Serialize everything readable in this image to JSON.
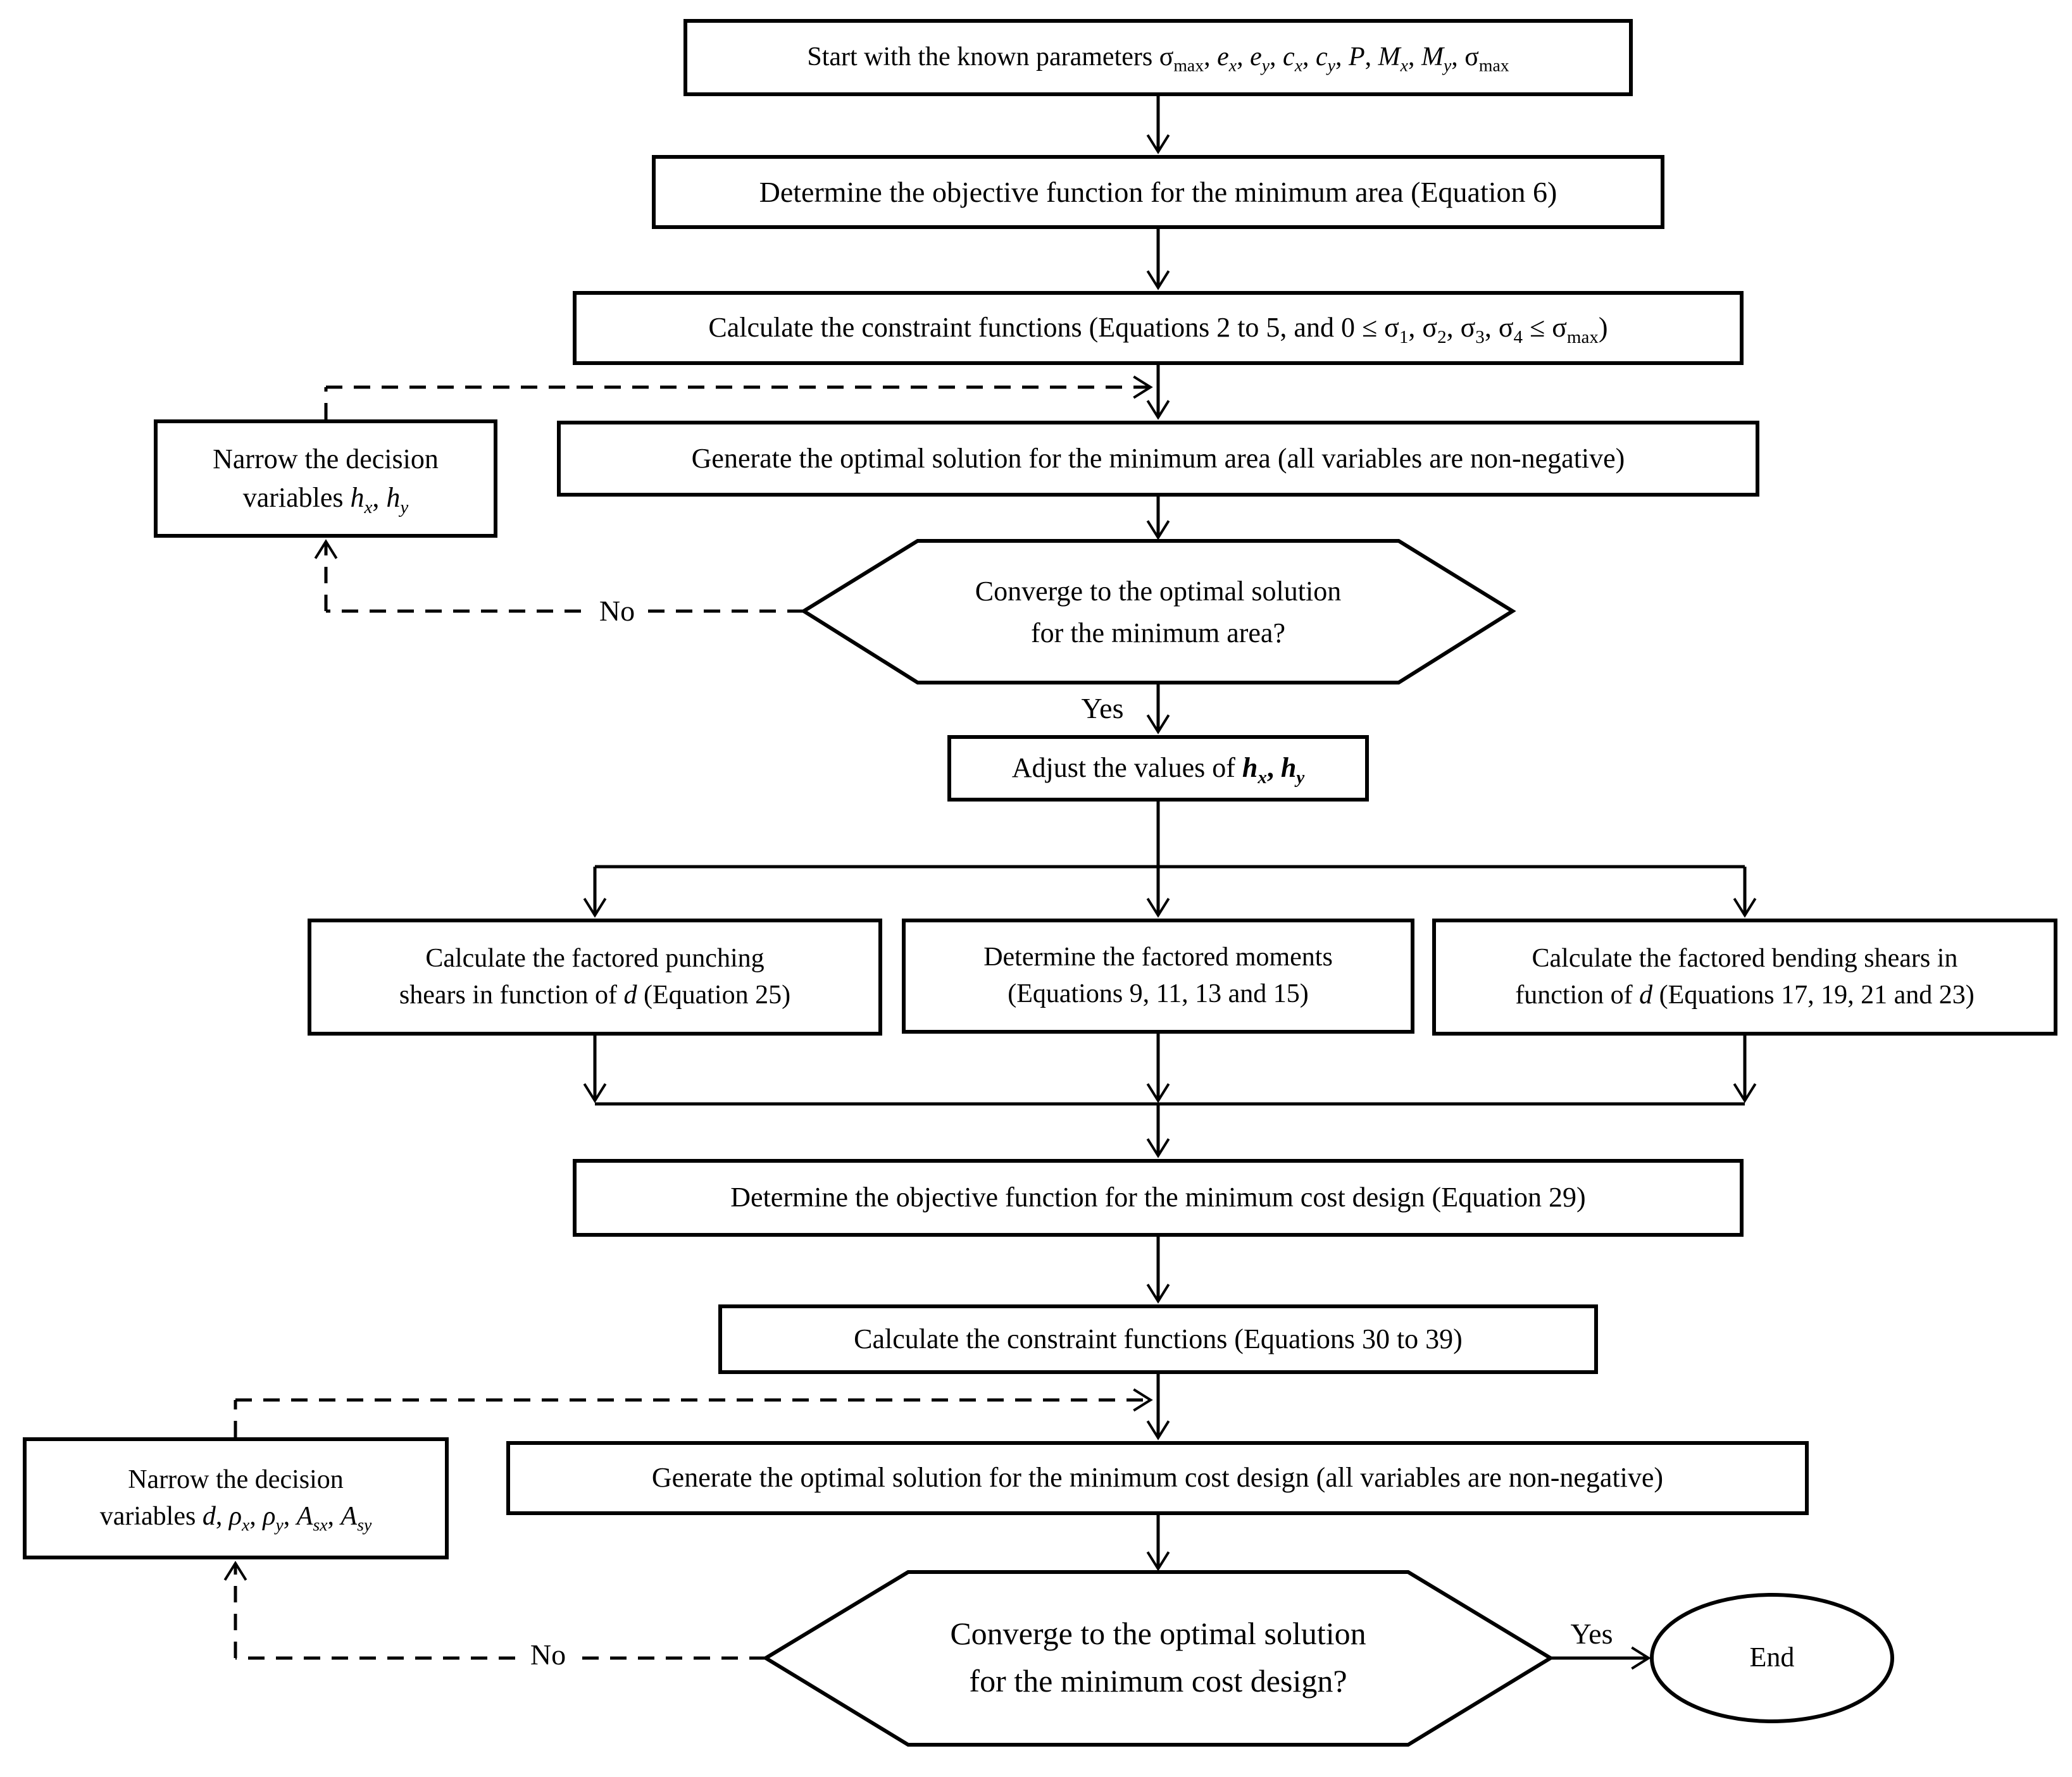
{
  "diagram": {
    "title": "Flowchart of optimal design procedure for minimum area and minimum cost footing design",
    "colors": {
      "line": "#000000",
      "node_fill": "#ffffff",
      "background": "#ffffff",
      "text": "#000000"
    },
    "nodes": {
      "start": {
        "type": "process",
        "segments": [
          {
            "t": "Start with the known parameters σ"
          },
          {
            "t": "max",
            "sub": true
          },
          {
            "t": ", "
          },
          {
            "t": "e",
            "i": true
          },
          {
            "t": "x",
            "i": true,
            "sub": true
          },
          {
            "t": ", "
          },
          {
            "t": "e",
            "i": true
          },
          {
            "t": "y",
            "i": true,
            "sub": true
          },
          {
            "t": ", "
          },
          {
            "t": "c",
            "i": true
          },
          {
            "t": "x",
            "i": true,
            "sub": true
          },
          {
            "t": ", "
          },
          {
            "t": "c",
            "i": true
          },
          {
            "t": "y",
            "i": true,
            "sub": true
          },
          {
            "t": ", "
          },
          {
            "t": "P",
            "i": true
          },
          {
            "t": ", "
          },
          {
            "t": "M",
            "i": true
          },
          {
            "t": "x",
            "i": true,
            "sub": true
          },
          {
            "t": ", "
          },
          {
            "t": "M",
            "i": true
          },
          {
            "t": "y",
            "i": true,
            "sub": true
          },
          {
            "t": ", σ"
          },
          {
            "t": "max",
            "sub": true
          }
        ]
      },
      "objective_area": {
        "type": "process",
        "segments": [
          {
            "t": "Determine the objective function for the minimum area (Equation 6)"
          }
        ]
      },
      "constraints_area": {
        "type": "process",
        "segments": [
          {
            "t": "Calculate the constraint functions (Equations 2 to 5, and 0 ≤ σ"
          },
          {
            "t": "1",
            "sub": true
          },
          {
            "t": ", σ"
          },
          {
            "t": "2",
            "sub": true
          },
          {
            "t": ", σ"
          },
          {
            "t": "3",
            "sub": true
          },
          {
            "t": ", σ"
          },
          {
            "t": "4",
            "sub": true
          },
          {
            "t": " ≤ σ"
          },
          {
            "t": "max",
            "sub": true
          },
          {
            "t": ")"
          }
        ]
      },
      "narrow_area": {
        "type": "process",
        "segments": [
          {
            "t": "Narrow the decision"
          },
          {
            "br": true
          },
          {
            "t": "variables "
          },
          {
            "t": "h",
            "i": true
          },
          {
            "t": "x",
            "i": true,
            "sub": true
          },
          {
            "t": ", "
          },
          {
            "t": "h",
            "i": true
          },
          {
            "t": "y",
            "i": true,
            "sub": true
          }
        ]
      },
      "generate_area": {
        "type": "process",
        "segments": [
          {
            "t": "Generate the optimal solution for the minimum area (all variables are non-negative)"
          }
        ]
      },
      "converge_area": {
        "type": "decision",
        "segments": [
          {
            "t": "Converge to the optimal solution"
          },
          {
            "br": true
          },
          {
            "t": "for the minimum area?"
          }
        ]
      },
      "adjust": {
        "type": "process",
        "segments": [
          {
            "t": "Adjust the values of "
          },
          {
            "t": "h",
            "b": true,
            "i": true
          },
          {
            "t": "x",
            "b": true,
            "i": true,
            "sub": true
          },
          {
            "t": ", ",
            "b": true
          },
          {
            "t": "h",
            "b": true,
            "i": true
          },
          {
            "t": "y",
            "b": true,
            "i": true,
            "sub": true
          }
        ]
      },
      "punching": {
        "type": "process",
        "segments": [
          {
            "t": "Calculate the factored punching"
          },
          {
            "br": true
          },
          {
            "t": "shears in function of "
          },
          {
            "t": "d",
            "i": true
          },
          {
            "t": " (Equation 25)"
          }
        ]
      },
      "moments": {
        "type": "process",
        "segments": [
          {
            "t": "Determine the factored moments"
          },
          {
            "br": true
          },
          {
            "t": "(Equations 9, 11, 13 and 15)"
          }
        ]
      },
      "bending": {
        "type": "process",
        "segments": [
          {
            "t": "Calculate the factored bending shears in"
          },
          {
            "br": true
          },
          {
            "t": "function of "
          },
          {
            "t": "d",
            "i": true
          },
          {
            "t": " (Equations 17, 19, 21 and 23)"
          }
        ]
      },
      "objective_cost": {
        "type": "process",
        "segments": [
          {
            "t": "Determine the objective function for the minimum cost design (Equation 29)"
          }
        ]
      },
      "constraints_cost": {
        "type": "process",
        "segments": [
          {
            "t": "Calculate the constraint functions (Equations 30 to 39)"
          }
        ]
      },
      "narrow_cost": {
        "type": "process",
        "segments": [
          {
            "t": "Narrow the decision"
          },
          {
            "br": true
          },
          {
            "t": "variables "
          },
          {
            "t": "d",
            "i": true
          },
          {
            "t": ", "
          },
          {
            "t": "ρ",
            "i": true
          },
          {
            "t": "x",
            "i": true,
            "sub": true
          },
          {
            "t": ", "
          },
          {
            "t": "ρ",
            "i": true
          },
          {
            "t": "y",
            "i": true,
            "sub": true
          },
          {
            "t": ", "
          },
          {
            "t": "A",
            "i": true
          },
          {
            "t": "sx",
            "i": true,
            "sub": true
          },
          {
            "t": ", "
          },
          {
            "t": "A",
            "i": true
          },
          {
            "t": "sy",
            "i": true,
            "sub": true
          }
        ]
      },
      "generate_cost": {
        "type": "process",
        "segments": [
          {
            "t": "Generate the optimal solution for the minimum cost design (all variables are non-negative)"
          }
        ]
      },
      "converge_cost": {
        "type": "decision",
        "segments": [
          {
            "t": "Converge to the optimal solution"
          },
          {
            "br": true
          },
          {
            "t": "for the minimum cost design?"
          }
        ]
      },
      "end": {
        "type": "terminator",
        "label": "End"
      }
    },
    "edge_labels": {
      "area_no": "No",
      "area_yes": "Yes",
      "cost_no": "No",
      "cost_yes": "Yes"
    }
  }
}
